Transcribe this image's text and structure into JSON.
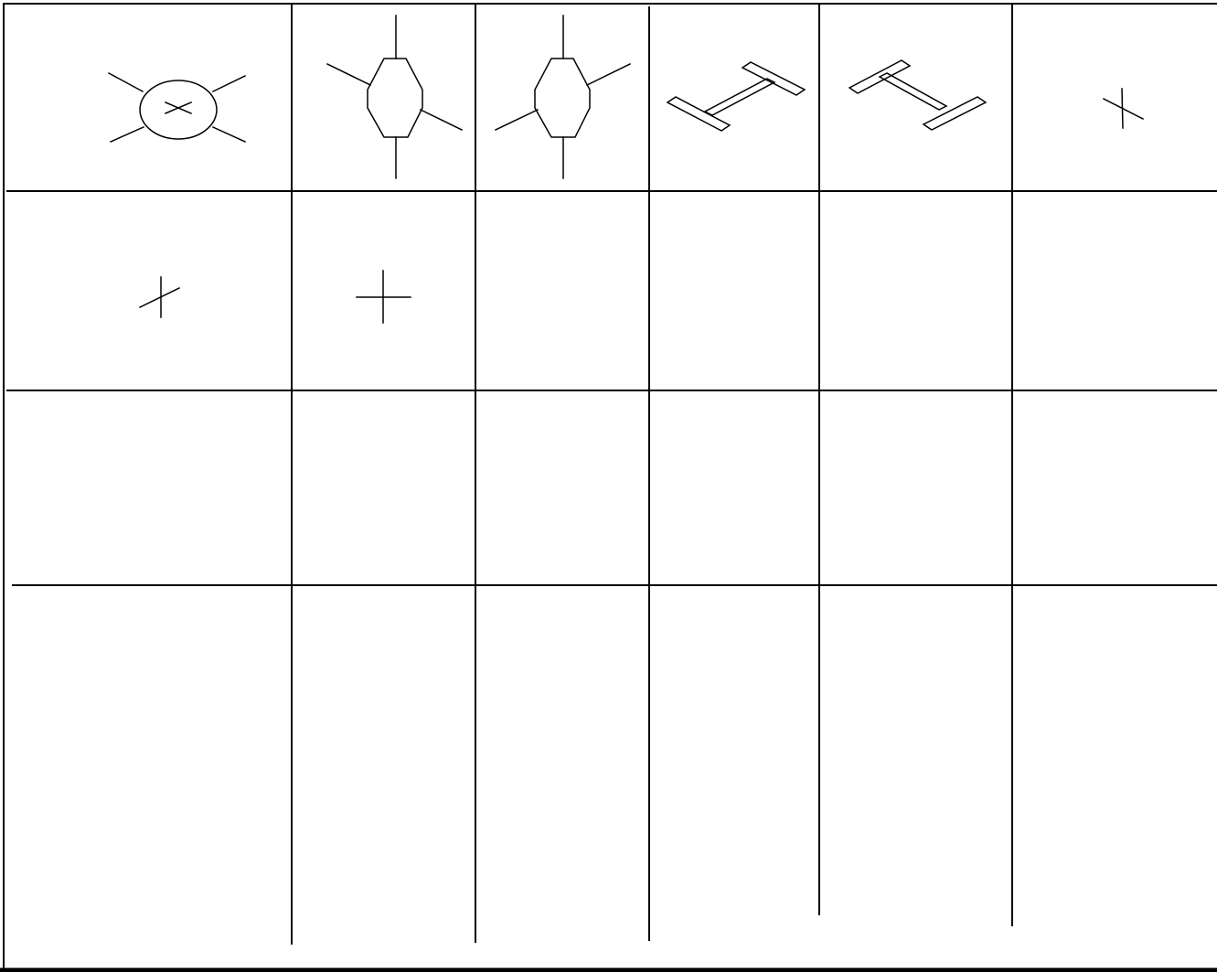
{
  "grid": {
    "rows": 4,
    "columns": 6,
    "line_color": "#000000",
    "background": "#ffffff"
  },
  "cells": [
    {
      "row": 1,
      "col": 1,
      "symbol": "oval-with-x-and-four-diagonal-spokes"
    },
    {
      "row": 1,
      "col": 2,
      "symbol": "oval-with-vertical-and-diagonal-spokes"
    },
    {
      "row": 1,
      "col": 3,
      "symbol": "oval-with-vertical-and-diagonal-spokes-mirrored"
    },
    {
      "row": 1,
      "col": 4,
      "symbol": "tilted-i-beam"
    },
    {
      "row": 1,
      "col": 5,
      "symbol": "tilted-i-beam-mirrored"
    },
    {
      "row": 1,
      "col": 6,
      "symbol": "small-tilted-cross"
    },
    {
      "row": 2,
      "col": 1,
      "symbol": "small-tilted-cross"
    },
    {
      "row": 2,
      "col": 2,
      "symbol": "plus-cross"
    }
  ]
}
